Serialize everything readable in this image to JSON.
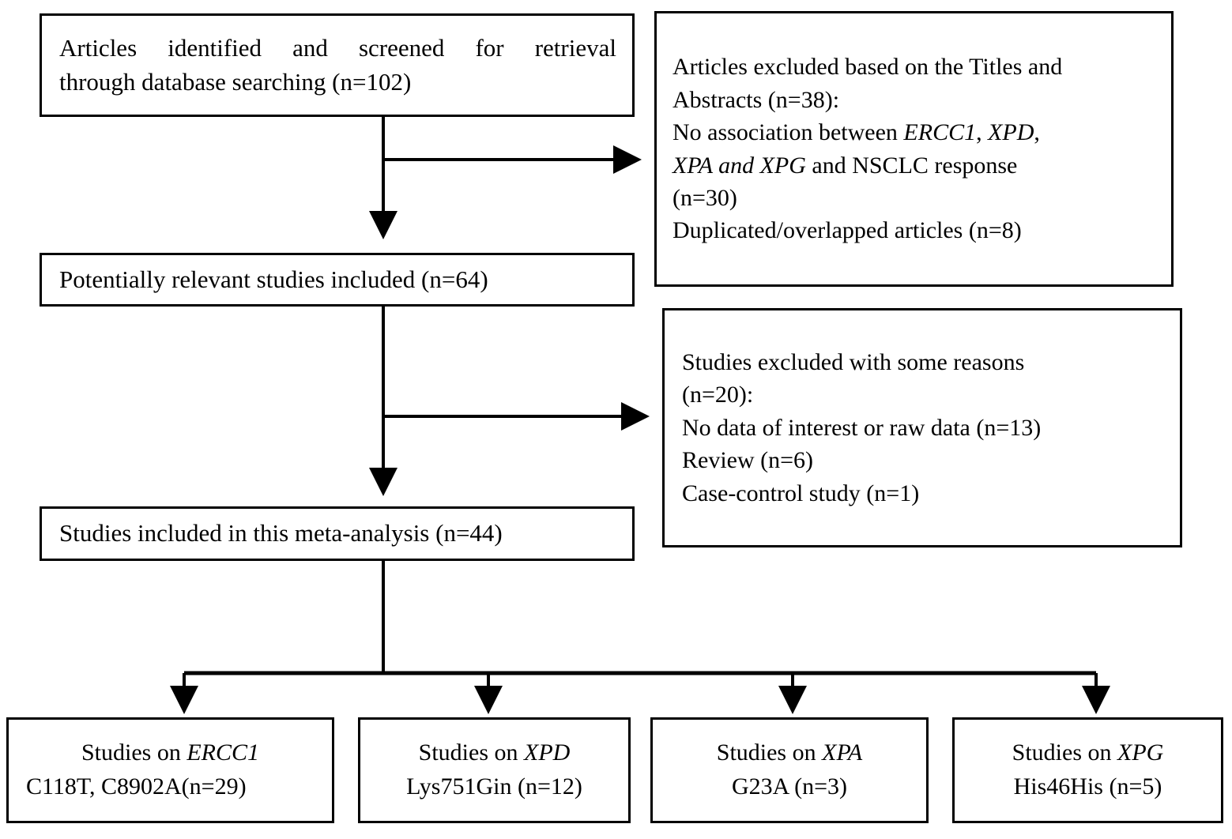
{
  "diagram": {
    "title": "PRISMA-style study selection flow diagram",
    "line_color": "#000000",
    "box_border_color": "#000000",
    "background": "#ffffff"
  },
  "boxes": {
    "identified": {
      "line1": "Articles  identified  and  screened  for  retrieval",
      "line2": "through database searching (n=102)"
    },
    "excluded_titles": {
      "line1": "Articles excluded based on the Titles and",
      "line2": "Abstracts (n=38):",
      "line3_a": "No   association   between  ",
      "line3_b": "ERCC1",
      "line3_c": ",  ",
      "line3_d": "XPD",
      "line3_e": ",",
      "line4_a": "XPA  and  XPG",
      "line4_b": "  and  NSCLC  response",
      "line5": "(n=30)",
      "line6": "Duplicated/overlapped articles (n=8)"
    },
    "potentially_relevant": {
      "line1": "Potentially relevant studies included (n=64)"
    },
    "excluded_reasons": {
      "line1": "Studies excluded with some reasons",
      "line2": "(n=20):",
      "line3": "No data of interest or raw data (n=13)",
      "line4": "Review (n=6)",
      "line5": "Case-control study (n=1)"
    },
    "included_meta": {
      "line1": "Studies included in this meta-analysis (n=44)"
    }
  },
  "gene_groups": [
    {
      "prefix": "Studies on ",
      "gene": "ERCC1",
      "detail": "C118T, C8902A(n=29)",
      "count": 29
    },
    {
      "prefix": "Studies on ",
      "gene": "XPD",
      "detail": "Lys751Gin (n=12)",
      "count": 12
    },
    {
      "prefix": "Studies on ",
      "gene": "XPA",
      "detail": "G23A (n=3)",
      "count": 3
    },
    {
      "prefix": "Studies on ",
      "gene": "XPG",
      "detail": "His46His (n=5)",
      "count": 5
    }
  ],
  "counts": {
    "identified": 102,
    "excluded_titles_abstracts": 38,
    "no_association": 30,
    "duplicated": 8,
    "potentially_relevant": 64,
    "excluded_with_reasons": 20,
    "no_data_of_interest": 13,
    "review": 6,
    "case_control": 1,
    "included_meta_analysis": 44
  }
}
